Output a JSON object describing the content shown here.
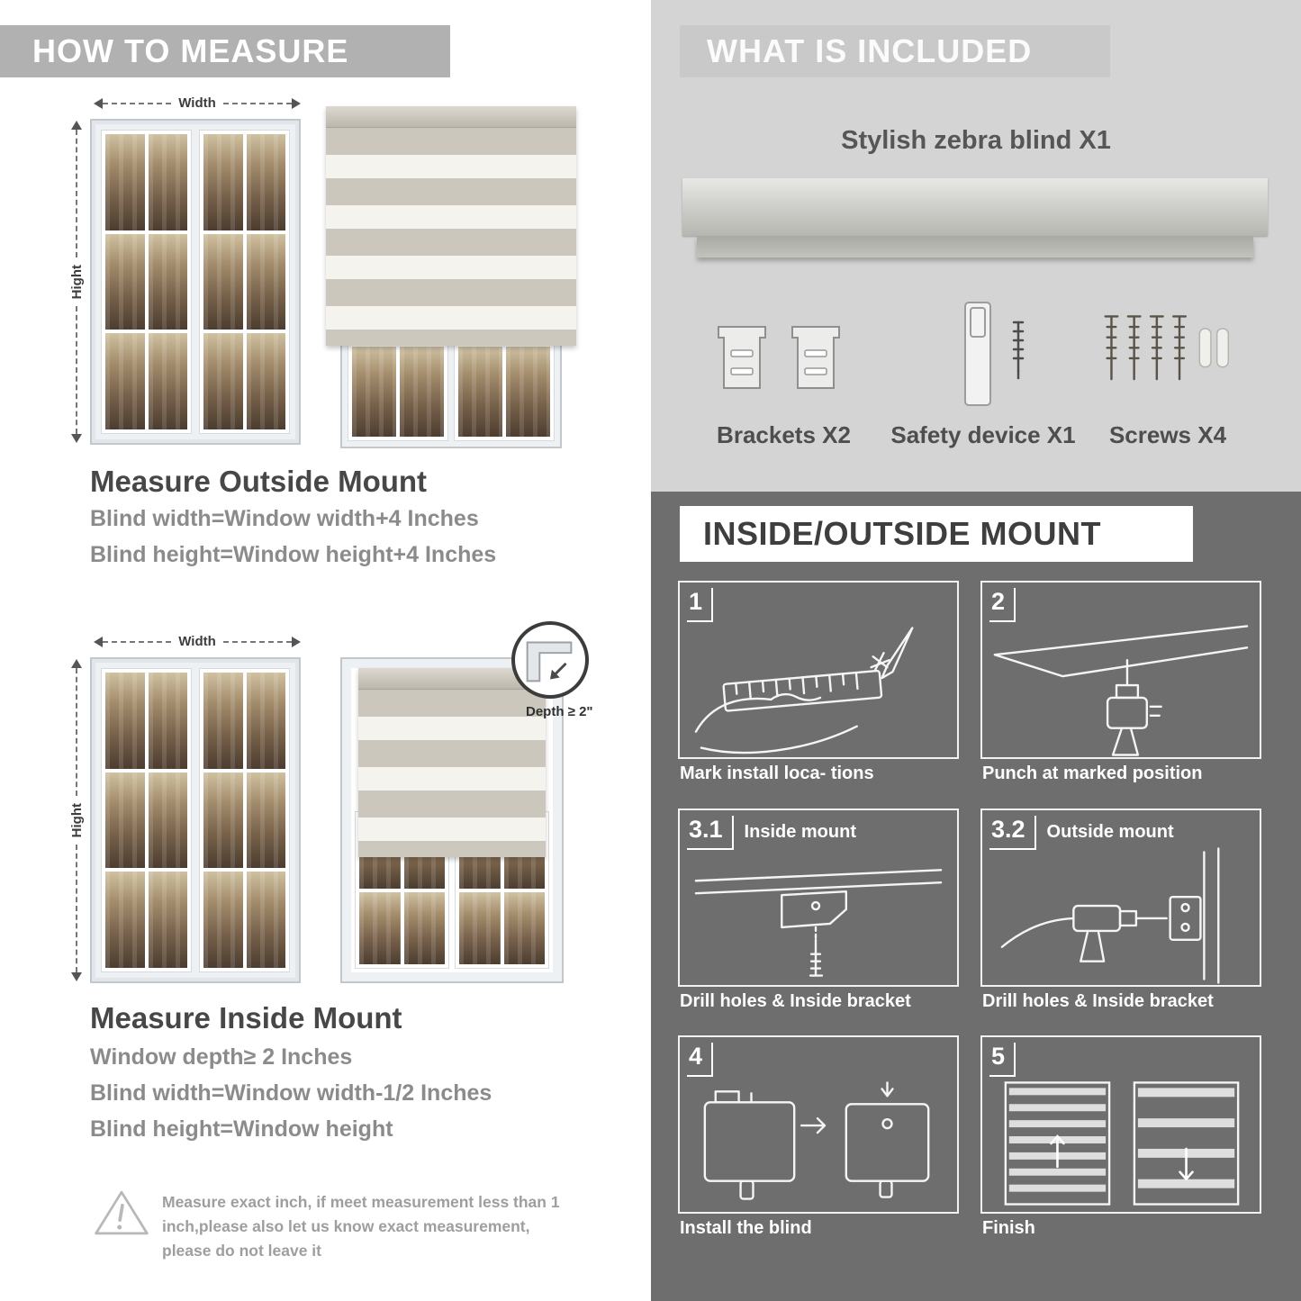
{
  "colors": {
    "left_banner": "#b1b1b1",
    "right_top_bg": "#d4d4d4",
    "dark_bg": "#6e6e6e",
    "stripe_dark": "#ccc7bd",
    "stripe_light": "#f5f3ee"
  },
  "left": {
    "header": "HOW TO MEASURE",
    "width_label": "Width",
    "height_label": "Hight",
    "outside": {
      "title": "Measure Outside Mount",
      "line1": "Blind width=Window width+4 Inches",
      "line2": "Blind height=Window height+4 Inches"
    },
    "inside": {
      "title": "Measure Inside Mount",
      "depth_note": "Depth ≥ 2\"",
      "line0": "Window depth≥ 2 Inches",
      "line1": "Blind width=Window width-1/2 Inches",
      "line2": "Blind height=Window height"
    },
    "warning": "Measure exact inch, if meet measurement less than 1 inch,please also let us know exact measurement, please do not leave it"
  },
  "right": {
    "included": {
      "header": "WHAT IS INCLUDED",
      "blind_label": "Stylish zebra blind X1",
      "items": [
        {
          "label": "Brackets X2"
        },
        {
          "label": "Safety device X1"
        },
        {
          "label": "Screws X4"
        }
      ]
    },
    "mount": {
      "header": "INSIDE/OUTSIDE MOUNT",
      "steps": [
        {
          "num": "1",
          "caption": "Mark install loca- tions"
        },
        {
          "num": "2",
          "caption": "Punch at  marked position"
        },
        {
          "num": "3.1",
          "label": "Inside mount",
          "caption": "Drill holes &  Inside bracket"
        },
        {
          "num": "3.2",
          "label": "Outside mount",
          "caption": "Drill holes &  Inside bracket"
        },
        {
          "num": "4",
          "caption": "Install the blind"
        },
        {
          "num": "5",
          "caption": "Finish"
        }
      ]
    }
  }
}
